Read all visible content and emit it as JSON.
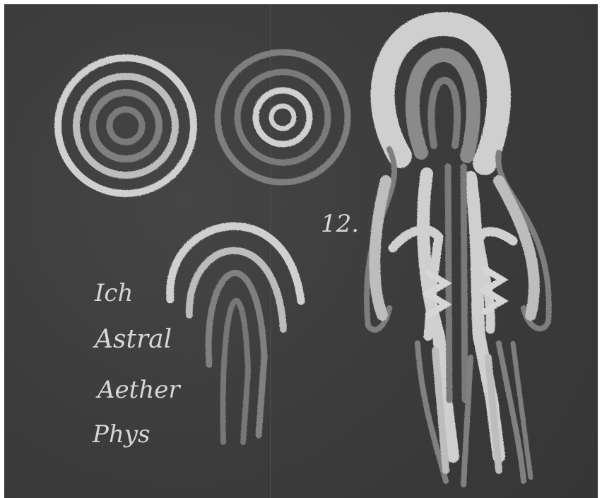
{
  "figure_number": "12.",
  "legend": [
    {
      "label": "Ich",
      "color": "#7a7a7a"
    },
    {
      "label": "Astral",
      "color": "#7e7e7e"
    },
    {
      "label": "Aether",
      "color": "#c9c9c9"
    },
    {
      "label": "Phys",
      "color": "#bdbdbd"
    }
  ],
  "colors": {
    "board": "#3d3d3d",
    "chalk_light": "#d2d2d2",
    "chalk_mid": "#808080",
    "chalk_dark": "#6e6e6e"
  }
}
